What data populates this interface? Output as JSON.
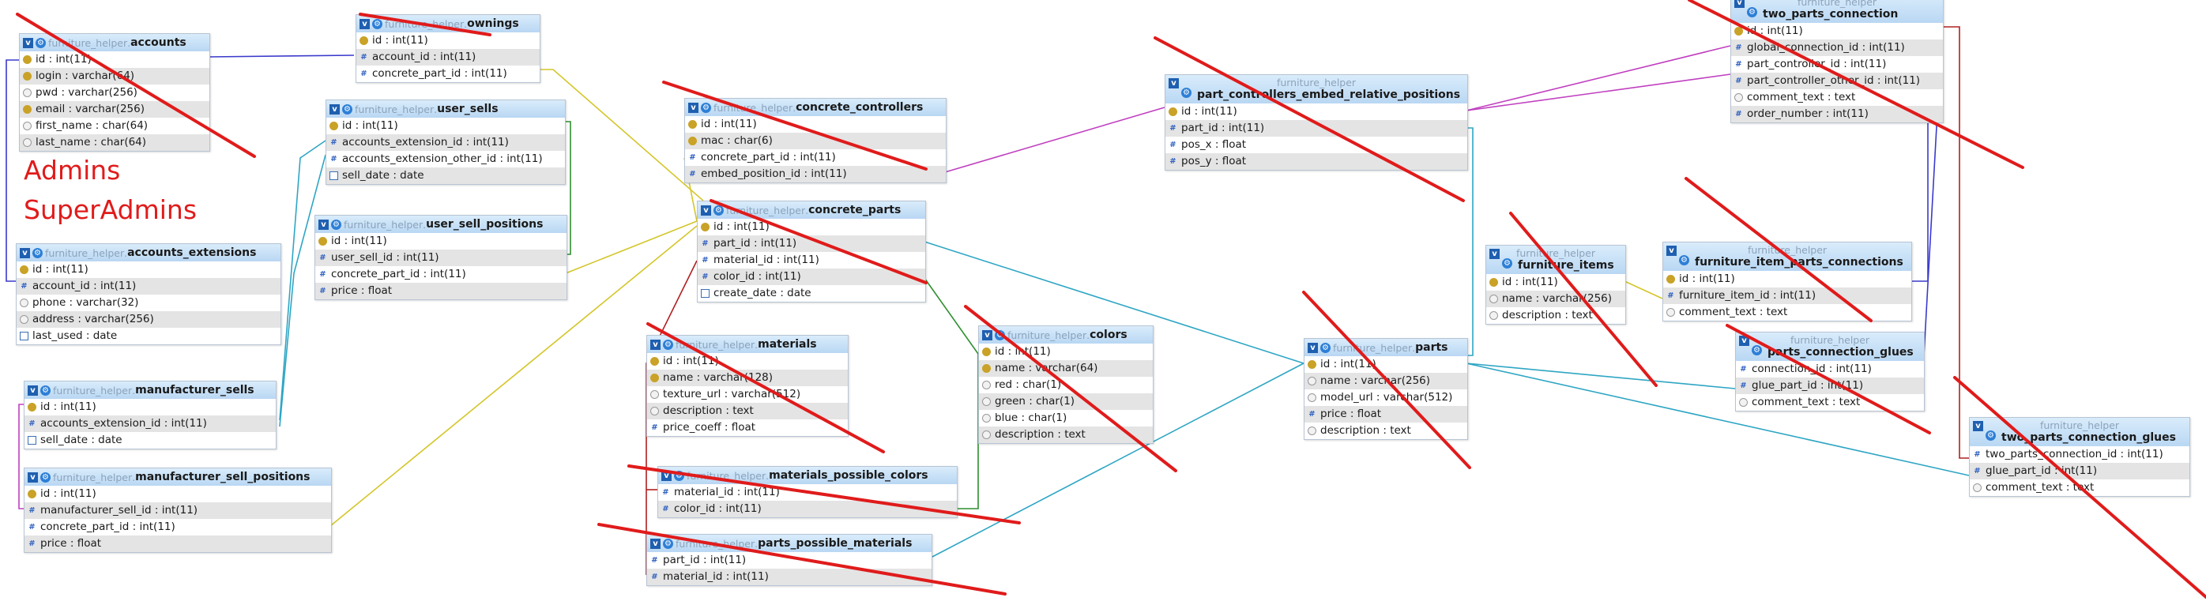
{
  "notes": {
    "admins": "Admins",
    "superadmins": "SuperAdmins"
  },
  "colors": {
    "strike": "#e01b1b",
    "header_top": "#d9ecfb",
    "header_bottom": "#b9d7f3",
    "db_name": "#8ba3bb"
  },
  "icons": {
    "toggle": "v-collapse-icon",
    "gear": "gear-icon",
    "key": "key-icon",
    "numeric": "hash-icon",
    "string": "circle-icon",
    "date": "calendar-icon"
  },
  "tables": [
    {
      "id": "accounts",
      "db": "furniture_helper",
      "name": "accounts",
      "columns": [
        {
          "name": "id : int(11)",
          "kind": "key"
        },
        {
          "name": "login : varchar(64)",
          "kind": "key"
        },
        {
          "name": "pwd : varchar(256)",
          "kind": "str"
        },
        {
          "name": "email : varchar(256)",
          "kind": "key"
        },
        {
          "name": "first_name : char(64)",
          "kind": "str"
        },
        {
          "name": "last_name : char(64)",
          "kind": "str"
        }
      ]
    },
    {
      "id": "ownings",
      "db": "furniture_helper",
      "name": "ownings",
      "columns": [
        {
          "name": "id : int(11)",
          "kind": "key"
        },
        {
          "name": "account_id : int(11)",
          "kind": "num"
        },
        {
          "name": "concrete_part_id : int(11)",
          "kind": "num"
        }
      ]
    },
    {
      "id": "user_sells",
      "db": "furniture_helper",
      "name": "user_sells",
      "columns": [
        {
          "name": "id : int(11)",
          "kind": "key"
        },
        {
          "name": "accounts_extension_id : int(11)",
          "kind": "num"
        },
        {
          "name": "accounts_extension_other_id : int(11)",
          "kind": "num"
        },
        {
          "name": "sell_date : date",
          "kind": "date"
        }
      ]
    },
    {
      "id": "user_sell_positions",
      "db": "furniture_helper",
      "name": "user_sell_positions",
      "columns": [
        {
          "name": "id : int(11)",
          "kind": "key"
        },
        {
          "name": "user_sell_id : int(11)",
          "kind": "num"
        },
        {
          "name": "concrete_part_id : int(11)",
          "kind": "num"
        },
        {
          "name": "price : float",
          "kind": "num"
        }
      ]
    },
    {
      "id": "accounts_extensions",
      "db": "furniture_helper",
      "name": "accounts_extensions",
      "columns": [
        {
          "name": "id : int(11)",
          "kind": "key"
        },
        {
          "name": "account_id : int(11)",
          "kind": "num"
        },
        {
          "name": "phone : varchar(32)",
          "kind": "str"
        },
        {
          "name": "address : varchar(256)",
          "kind": "str"
        },
        {
          "name": "last_used : date",
          "kind": "date"
        }
      ]
    },
    {
      "id": "manufacturer_sells",
      "db": "furniture_helper",
      "name": "manufacturer_sells",
      "columns": [
        {
          "name": "id : int(11)",
          "kind": "key"
        },
        {
          "name": "accounts_extension_id : int(11)",
          "kind": "num"
        },
        {
          "name": "sell_date : date",
          "kind": "date"
        }
      ]
    },
    {
      "id": "manufacturer_sell_positions",
      "db": "furniture_helper",
      "name": "manufacturer_sell_positions",
      "columns": [
        {
          "name": "id : int(11)",
          "kind": "key"
        },
        {
          "name": "manufacturer_sell_id : int(11)",
          "kind": "num"
        },
        {
          "name": "concrete_part_id : int(11)",
          "kind": "num"
        },
        {
          "name": "price : float",
          "kind": "num"
        }
      ]
    },
    {
      "id": "concrete_controllers",
      "db": "furniture_helper",
      "name": "concrete_controllers",
      "columns": [
        {
          "name": "id : int(11)",
          "kind": "key"
        },
        {
          "name": "mac : char(6)",
          "kind": "key"
        },
        {
          "name": "concrete_part_id : int(11)",
          "kind": "num"
        },
        {
          "name": "embed_position_id : int(11)",
          "kind": "num"
        }
      ]
    },
    {
      "id": "concrete_parts",
      "db": "furniture_helper",
      "name": "concrete_parts",
      "columns": [
        {
          "name": "id : int(11)",
          "kind": "key"
        },
        {
          "name": "part_id : int(11)",
          "kind": "num"
        },
        {
          "name": "material_id : int(11)",
          "kind": "num"
        },
        {
          "name": "color_id : int(11)",
          "kind": "num"
        },
        {
          "name": "create_date : date",
          "kind": "date"
        }
      ]
    },
    {
      "id": "materials",
      "db": "furniture_helper",
      "name": "materials",
      "columns": [
        {
          "name": "id : int(11)",
          "kind": "key"
        },
        {
          "name": "name : varchar(128)",
          "kind": "key"
        },
        {
          "name": "texture_url : varchar(512)",
          "kind": "str"
        },
        {
          "name": "description : text",
          "kind": "str"
        },
        {
          "name": "price_coeff : float",
          "kind": "num"
        }
      ]
    },
    {
      "id": "materials_possible_colors",
      "db": "furniture_helper",
      "name": "materials_possible_colors",
      "columns": [
        {
          "name": "material_id : int(11)",
          "kind": "num"
        },
        {
          "name": "color_id : int(11)",
          "kind": "num"
        }
      ]
    },
    {
      "id": "parts_possible_materials",
      "db": "furniture_helper",
      "name": "parts_possible_materials",
      "columns": [
        {
          "name": "part_id : int(11)",
          "kind": "num"
        },
        {
          "name": "material_id : int(11)",
          "kind": "num"
        }
      ]
    },
    {
      "id": "colors",
      "db": "furniture_helper",
      "name": "colors",
      "columns": [
        {
          "name": "id : int(11)",
          "kind": "key"
        },
        {
          "name": "name : varchar(64)",
          "kind": "key"
        },
        {
          "name": "red : char(1)",
          "kind": "str"
        },
        {
          "name": "green : char(1)",
          "kind": "str"
        },
        {
          "name": "blue : char(1)",
          "kind": "str"
        },
        {
          "name": "description : text",
          "kind": "str"
        }
      ]
    },
    {
      "id": "pcerp",
      "db": "furniture_helper",
      "name": "part_controllers_embed_relative_positions",
      "two_line": true,
      "columns": [
        {
          "name": "id : int(11)",
          "kind": "key"
        },
        {
          "name": "part_id : int(11)",
          "kind": "num"
        },
        {
          "name": "pos_x : float",
          "kind": "num"
        },
        {
          "name": "pos_y : float",
          "kind": "num"
        }
      ]
    },
    {
      "id": "parts",
      "db": "furniture_helper",
      "name": "parts",
      "columns": [
        {
          "name": "id : int(11)",
          "kind": "key"
        },
        {
          "name": "name : varchar(256)",
          "kind": "str"
        },
        {
          "name": "model_url : varchar(512)",
          "kind": "str"
        },
        {
          "name": "price : float",
          "kind": "num"
        },
        {
          "name": "description : text",
          "kind": "str"
        }
      ]
    },
    {
      "id": "furniture_items",
      "db": "furniture_helper",
      "name": "furniture_items",
      "two_line": true,
      "columns": [
        {
          "name": "id : int(11)",
          "kind": "key"
        },
        {
          "name": "name : varchar(256)",
          "kind": "str"
        },
        {
          "name": "description : text",
          "kind": "str"
        }
      ]
    },
    {
      "id": "fipc",
      "db": "furniture_helper",
      "name": "furniture_item_parts_connections",
      "two_line": true,
      "columns": [
        {
          "name": "id : int(11)",
          "kind": "key"
        },
        {
          "name": "furniture_item_id : int(11)",
          "kind": "num"
        },
        {
          "name": "comment_text : text",
          "kind": "str"
        }
      ]
    },
    {
      "id": "tpc",
      "db": "furniture_helper",
      "name": "two_parts_connection",
      "two_line": true,
      "columns": [
        {
          "name": "id : int(11)",
          "kind": "key"
        },
        {
          "name": "global_connection_id : int(11)",
          "kind": "num"
        },
        {
          "name": "part_controller_id : int(11)",
          "kind": "num"
        },
        {
          "name": "part_controller_other_id : int(11)",
          "kind": "num"
        },
        {
          "name": "comment_text : text",
          "kind": "str"
        },
        {
          "name": "order_number : int(11)",
          "kind": "num"
        }
      ]
    },
    {
      "id": "pcg",
      "db": "furniture_helper",
      "name": "parts_connection_glues",
      "two_line": true,
      "columns": [
        {
          "name": "connection_id : int(11)",
          "kind": "num"
        },
        {
          "name": "glue_part_id : int(11)",
          "kind": "num"
        },
        {
          "name": "comment_text : text",
          "kind": "str"
        }
      ]
    },
    {
      "id": "tpcg",
      "db": "furniture_helper",
      "name": "two_parts_connection_glues",
      "two_line": true,
      "columns": [
        {
          "name": "two_parts_connection_id : int(11)",
          "kind": "num"
        },
        {
          "name": "glue_part_id : int(11)",
          "kind": "num"
        },
        {
          "name": "comment_text : text",
          "kind": "str"
        }
      ]
    }
  ]
}
